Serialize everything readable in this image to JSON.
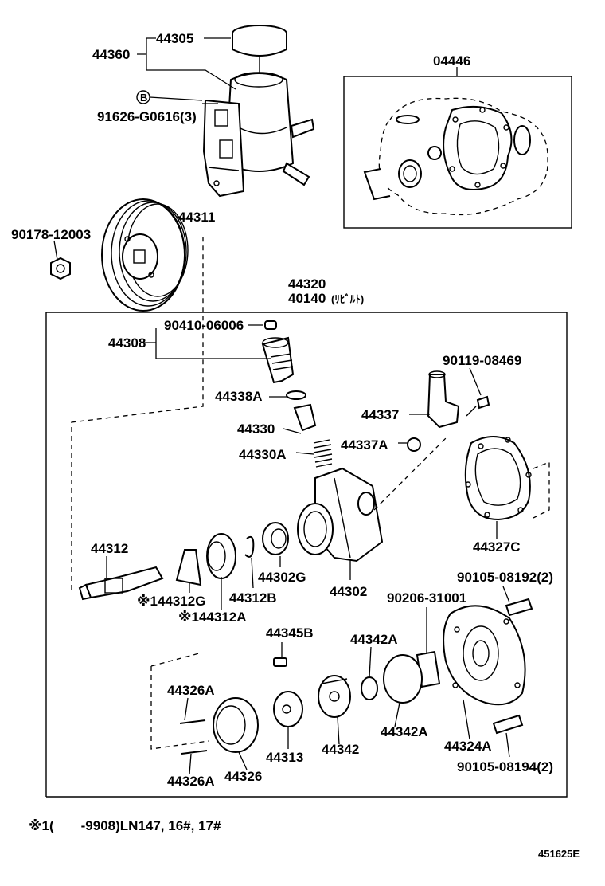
{
  "labels": {
    "p44360": "44360",
    "p44305": "44305",
    "callout_b": "B",
    "p91626": "91626-G0616(3)",
    "p04446": "04446",
    "p44311": "44311",
    "p90178": "90178-12003",
    "p44320": "44320",
    "p40140": "40140",
    "p40140_note": "(ﾘﾋﾞﾙﾄ)",
    "p90410": "90410-06006",
    "p44308": "44308",
    "p44338a": "44338A",
    "p44330": "44330",
    "p44330a": "44330A",
    "p90119": "90119-08469",
    "p44337": "44337",
    "p44337a": "44337A",
    "p44327c": "44327C",
    "p44312": "44312",
    "p44312g": "※144312G",
    "p44312a": "※144312A",
    "p44312b": "44312B",
    "p44302g": "44302G",
    "p44302": "44302",
    "p90206": "90206-31001",
    "p90105_a": "90105-08192(2)",
    "p44345b": "44345B",
    "p44342a_top": "44342A",
    "p44326a_top": "44326A",
    "p44342a_bot": "44342A",
    "p44313": "44313",
    "p44342": "44342",
    "p44324a": "44324A",
    "p90105_b": "90105-08194(2)",
    "p44326": "44326",
    "p44326a_bot": "44326A"
  },
  "footnote": "※1(　　-9908)LN147, 16#, 17#",
  "diagram_id": "451625E"
}
